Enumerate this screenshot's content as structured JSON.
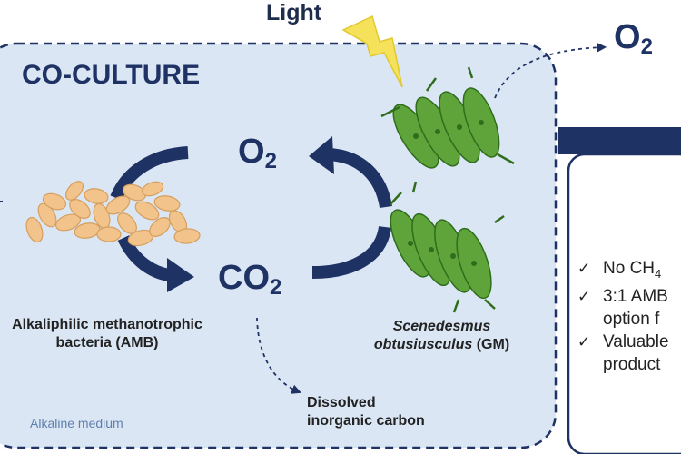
{
  "light_label": "Light",
  "coculture_label": "CO-CULTURE",
  "o2_top": {
    "base": "O",
    "sub": "2"
  },
  "o2_mid": {
    "base": "O",
    "sub": "2"
  },
  "co2_mid": {
    "base": "CO",
    "sub": "2"
  },
  "amb_label": {
    "line1": "Alkaliphilic methanotrophic",
    "line2": "bacteria (AMB)"
  },
  "gm_label": {
    "line1": "Scenedesmus",
    "line2_italic": "obtusiusculus",
    "line2_rest": " (GM)"
  },
  "dic_label": {
    "line1": "Dissolved",
    "line2": "inorganic carbon"
  },
  "medium_label": "Alkaline medium",
  "checklist": [
    {
      "check": "✓",
      "line1_base": "No CH",
      "line1_sub": "4",
      "line2": ""
    },
    {
      "check": "✓",
      "line1_base": "3:1 AMB",
      "line1_sub": "",
      "line2": "option f"
    },
    {
      "check": "✓",
      "line1_base": "Valuable",
      "line1_sub": "",
      "line2": "product"
    }
  ],
  "colors": {
    "panel_fill": "#dbe6f4",
    "panel_border": "#1f3264",
    "navy": "#1f3264",
    "bacteria": "#f2c38a",
    "bacteria_outline": "#d59f5e",
    "algae": "#5fa43a",
    "algae_dark": "#2f6d1c",
    "bolt": "#f6e25a"
  }
}
